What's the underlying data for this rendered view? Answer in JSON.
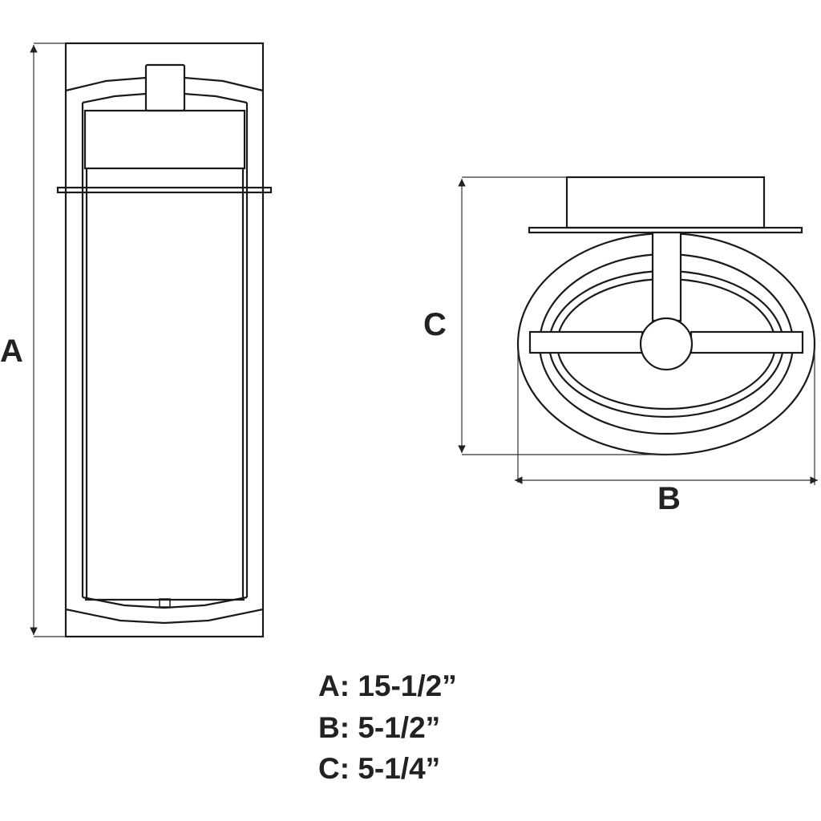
{
  "labels": {
    "a": "A",
    "b": "B",
    "c": "C"
  },
  "dimensions": [
    {
      "key": "A",
      "text": "A: 15-1/2”"
    },
    {
      "key": "B",
      "text": "B: 5-1/2”"
    },
    {
      "key": "C",
      "text": "C: 5-1/4”"
    }
  ],
  "colors": {
    "line": "#1a1a1a"
  }
}
